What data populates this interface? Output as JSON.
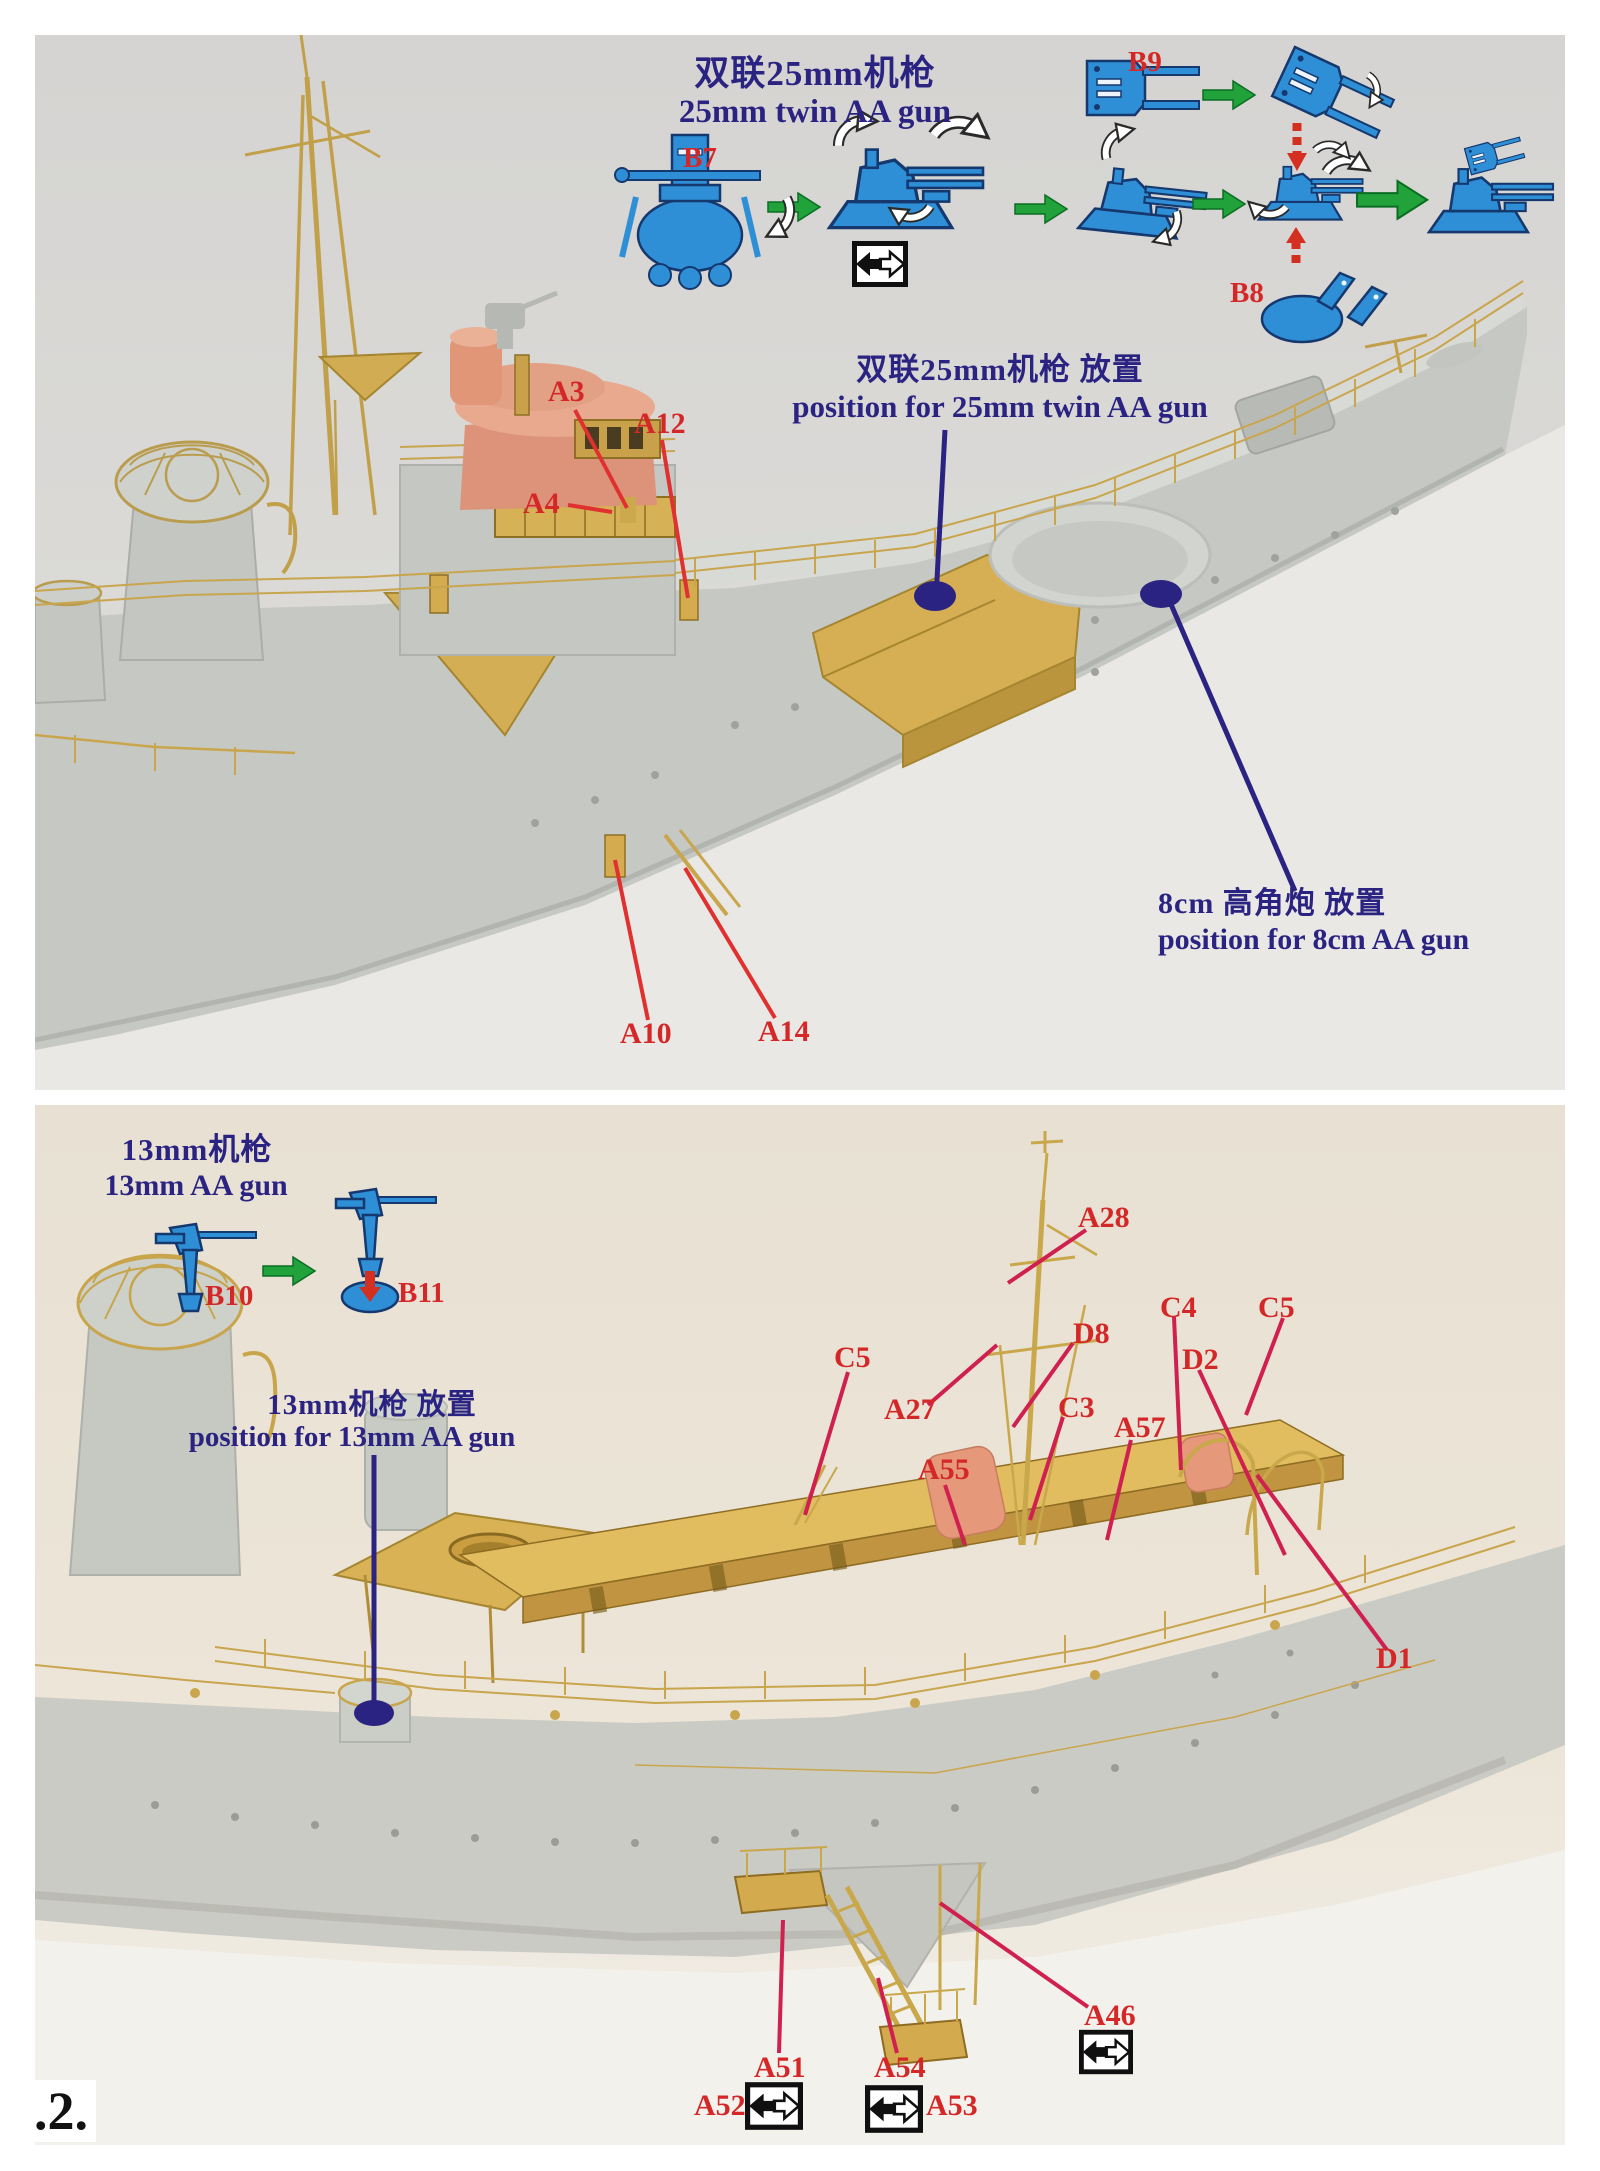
{
  "page": {
    "number": ".2."
  },
  "colors": {
    "accent_navy": "#2b2381",
    "label_red": "#d42828",
    "top_line_red": "#e03030",
    "bottom_line_crimson": "#cf2050",
    "part_blue": "#2f8fd6",
    "arrow_green": "#21a23b",
    "brass_gold": "#cfa84e",
    "bridge_salmon": "#e59a81"
  },
  "section_25mm": {
    "title_zh": "双联25mm机枪",
    "title_en": "25mm twin AA gun",
    "part_b7": "B7",
    "part_b8": "B8",
    "part_b9": "B9",
    "position_zh": "双联25mm机枪 放置",
    "position_en": "position for 25mm twin AA gun",
    "position_8cm_zh": "8cm 高角炮 放置",
    "position_8cm_en": "position for 8cm AA gun",
    "callout_a3": "A3",
    "callout_a12": "A12",
    "callout_a4": "A4",
    "callout_a10": "A10",
    "callout_a14": "A14"
  },
  "section_13mm": {
    "title_zh": "13mm机枪",
    "title_en": "13mm AA gun",
    "part_b10": "B10",
    "part_b11": "B11",
    "position_zh": "13mm机枪 放置",
    "position_en": "position for 13mm AA gun",
    "callout_c5_left": "C5",
    "callout_a27": "A27",
    "callout_a55": "A55",
    "callout_a28": "A28",
    "callout_d8": "D8",
    "callout_c3": "C3",
    "callout_a57": "A57",
    "callout_c4": "C4",
    "callout_d2": "D2",
    "callout_c5_right": "C5",
    "callout_d1": "D1",
    "callout_a46": "A46",
    "callout_a51": "A51",
    "callout_a52": "A52",
    "callout_a54": "A54",
    "callout_a53": "A53"
  }
}
